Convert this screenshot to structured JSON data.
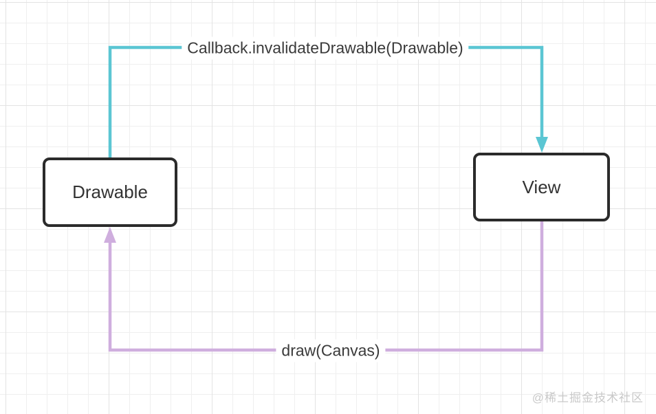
{
  "page": {
    "watermark": "@稀土掘金技术社区"
  },
  "diagram": {
    "nodes": [
      {
        "id": "drawable",
        "label": "Drawable"
      },
      {
        "id": "view",
        "label": "View"
      }
    ],
    "edges": [
      {
        "id": "invalidate-drawable",
        "from": "Drawable",
        "to": "View",
        "label": "Callback.invalidateDrawable(Drawable)",
        "color": "#5bc6d3"
      },
      {
        "id": "draw-canvas",
        "from": "View",
        "to": "Drawable",
        "label": "draw(Canvas)",
        "color": "#cfaede"
      }
    ]
  },
  "colors": {
    "node_border": "#2b2b2b",
    "node_fill": "#ffffff",
    "text": "#333333",
    "grid_minor": "#efefef",
    "grid_major": "#e3e3e3",
    "watermark": "#c9c9c9",
    "background": "#ffffff"
  }
}
